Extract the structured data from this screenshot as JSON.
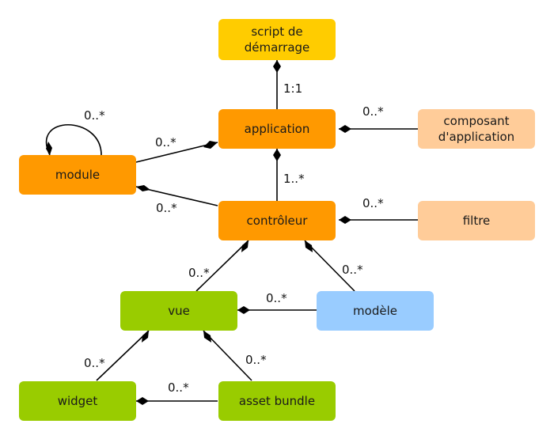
{
  "nodes": {
    "script": {
      "label": "script de\ndémarrage",
      "color": "#FFCC00"
    },
    "application": {
      "label": "application",
      "color": "#FF9900"
    },
    "composant": {
      "label": "composant\nd'application",
      "color": "#FFCC99"
    },
    "module": {
      "label": "module",
      "color": "#FF9900"
    },
    "controleur": {
      "label": "contrôleur",
      "color": "#FF9900"
    },
    "filtre": {
      "label": "filtre",
      "color": "#FFCC99"
    },
    "vue": {
      "label": "vue",
      "color": "#99CC00"
    },
    "modele": {
      "label": "modèle",
      "color": "#99CCFF"
    },
    "widget": {
      "label": "widget",
      "color": "#99CC00"
    },
    "asset": {
      "label": "asset bundle",
      "color": "#99CC00"
    }
  },
  "multiplicities": {
    "script_app": "1:1",
    "app_composant": "0..*",
    "module_self": "0..*",
    "app_module": "0..*",
    "app_controleur": "1..*",
    "module_controleur": "0..*",
    "controleur_filtre": "0..*",
    "controleur_vue": "0..*",
    "controleur_modele": "0..*",
    "vue_modele": "0..*",
    "vue_widget": "0..*",
    "vue_asset": "0..*",
    "widget_asset": "0..*"
  }
}
